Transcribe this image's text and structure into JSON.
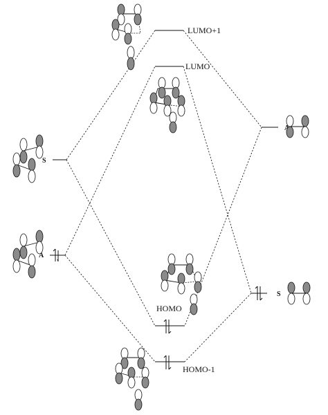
{
  "diagram": {
    "levels": {
      "lumo_plus_1": "LUMO+1",
      "lumo": "LUMO",
      "homo": "HOMO",
      "homo_minus_1": "HOMO-1"
    },
    "fragments": {
      "left_upper_symmetry": "S",
      "left_lower_symmetry": "A",
      "right_upper_symmetry": "A",
      "right_lower_symmetry": "S"
    }
  }
}
